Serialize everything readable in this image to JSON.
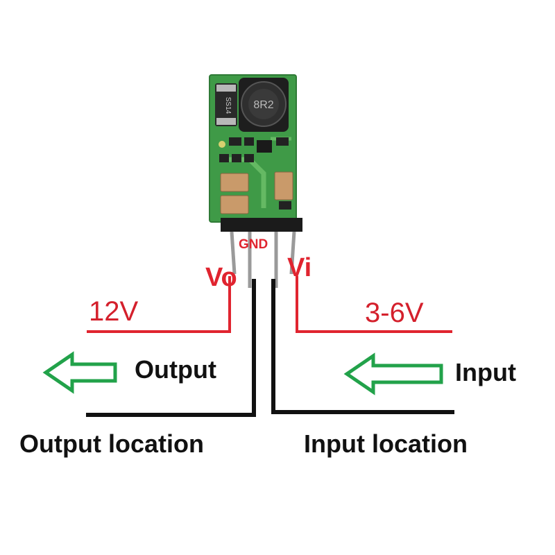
{
  "module": {
    "pins": {
      "output": "Vo",
      "ground": "GND",
      "input": "Vi"
    },
    "inductor_marking": "8R2",
    "diode_marking": "SS14"
  },
  "voltages": {
    "output": "12V",
    "input": "3-6V"
  },
  "arrows": {
    "output_label": "Output",
    "input_label": "Input"
  },
  "locations": {
    "output": "Output location",
    "input": "Input location"
  },
  "colors": {
    "wire_positive": "#e0242f",
    "wire_ground": "#111111",
    "arrow": "#22a24a",
    "pcb": "#3f9a47"
  }
}
